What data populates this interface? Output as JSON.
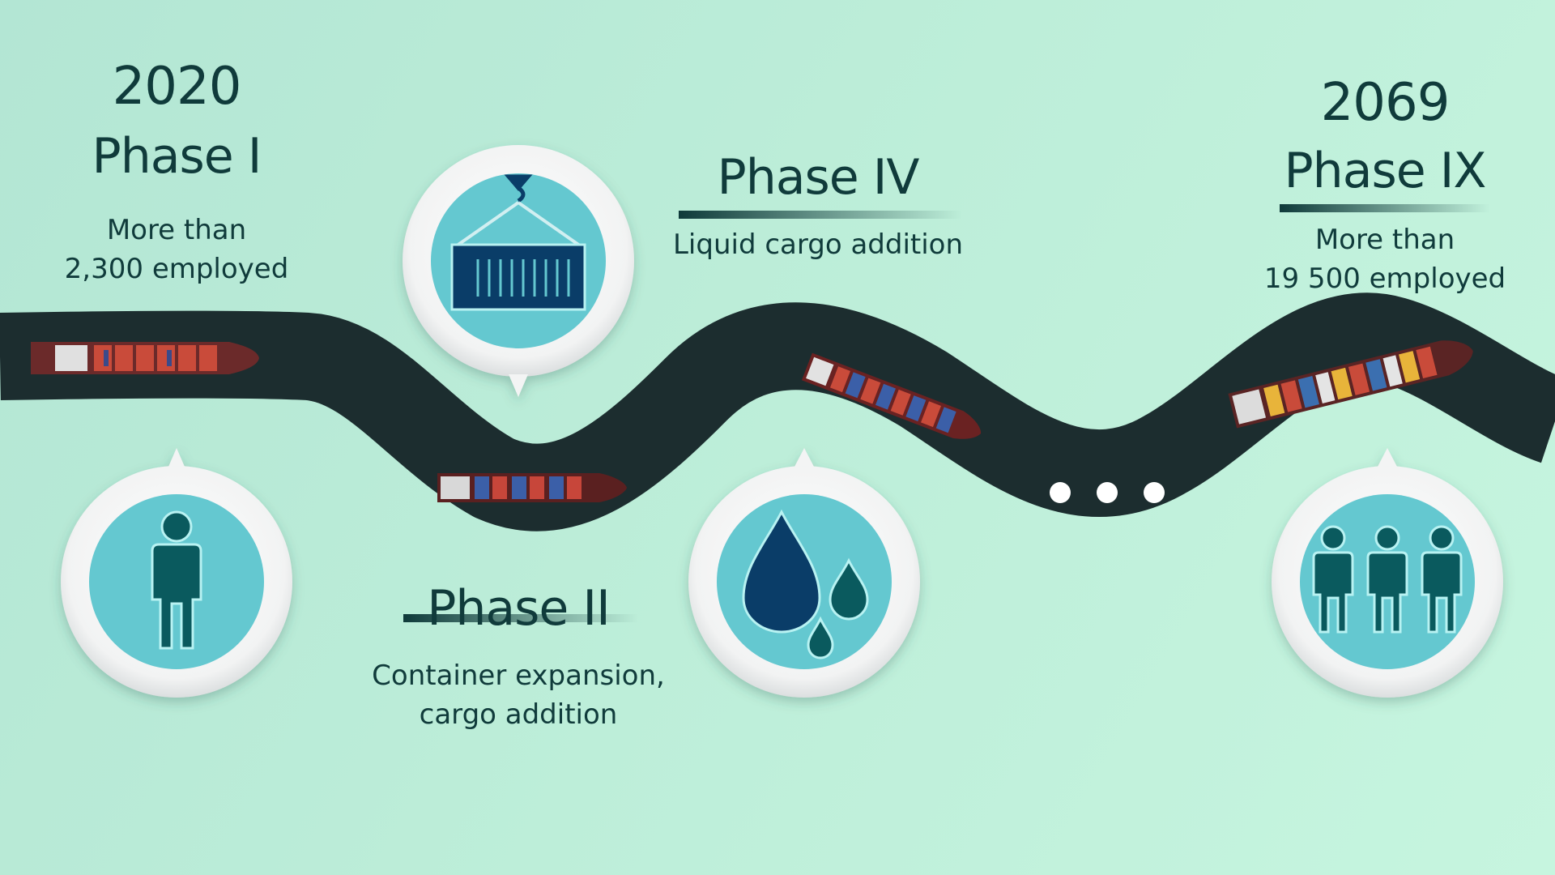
{
  "milestones": {
    "phase1": {
      "year": "2020",
      "phase": "Phase I",
      "desc_line1": "More than",
      "desc_line2": "2,300 employed"
    },
    "phase2": {
      "phase": "Phase II",
      "desc_line1": "Container expansion,",
      "desc_line2": "cargo addition"
    },
    "phase4": {
      "phase": "Phase IV",
      "desc_line1": "Liquid cargo addition"
    },
    "phase9": {
      "year": "2069",
      "phase": "Phase IX",
      "desc_line1": "More than",
      "desc_line2": "19 500 employed"
    }
  },
  "icons": [
    "person-icon",
    "container-icon",
    "droplets-icon",
    "people-icon"
  ],
  "colors": {
    "river": "#1c2d2f",
    "icon_disc": "#64c8d0",
    "icon_navy": "#0a3d68",
    "icon_teal": "#0a5a5e",
    "text": "#103b3b"
  }
}
